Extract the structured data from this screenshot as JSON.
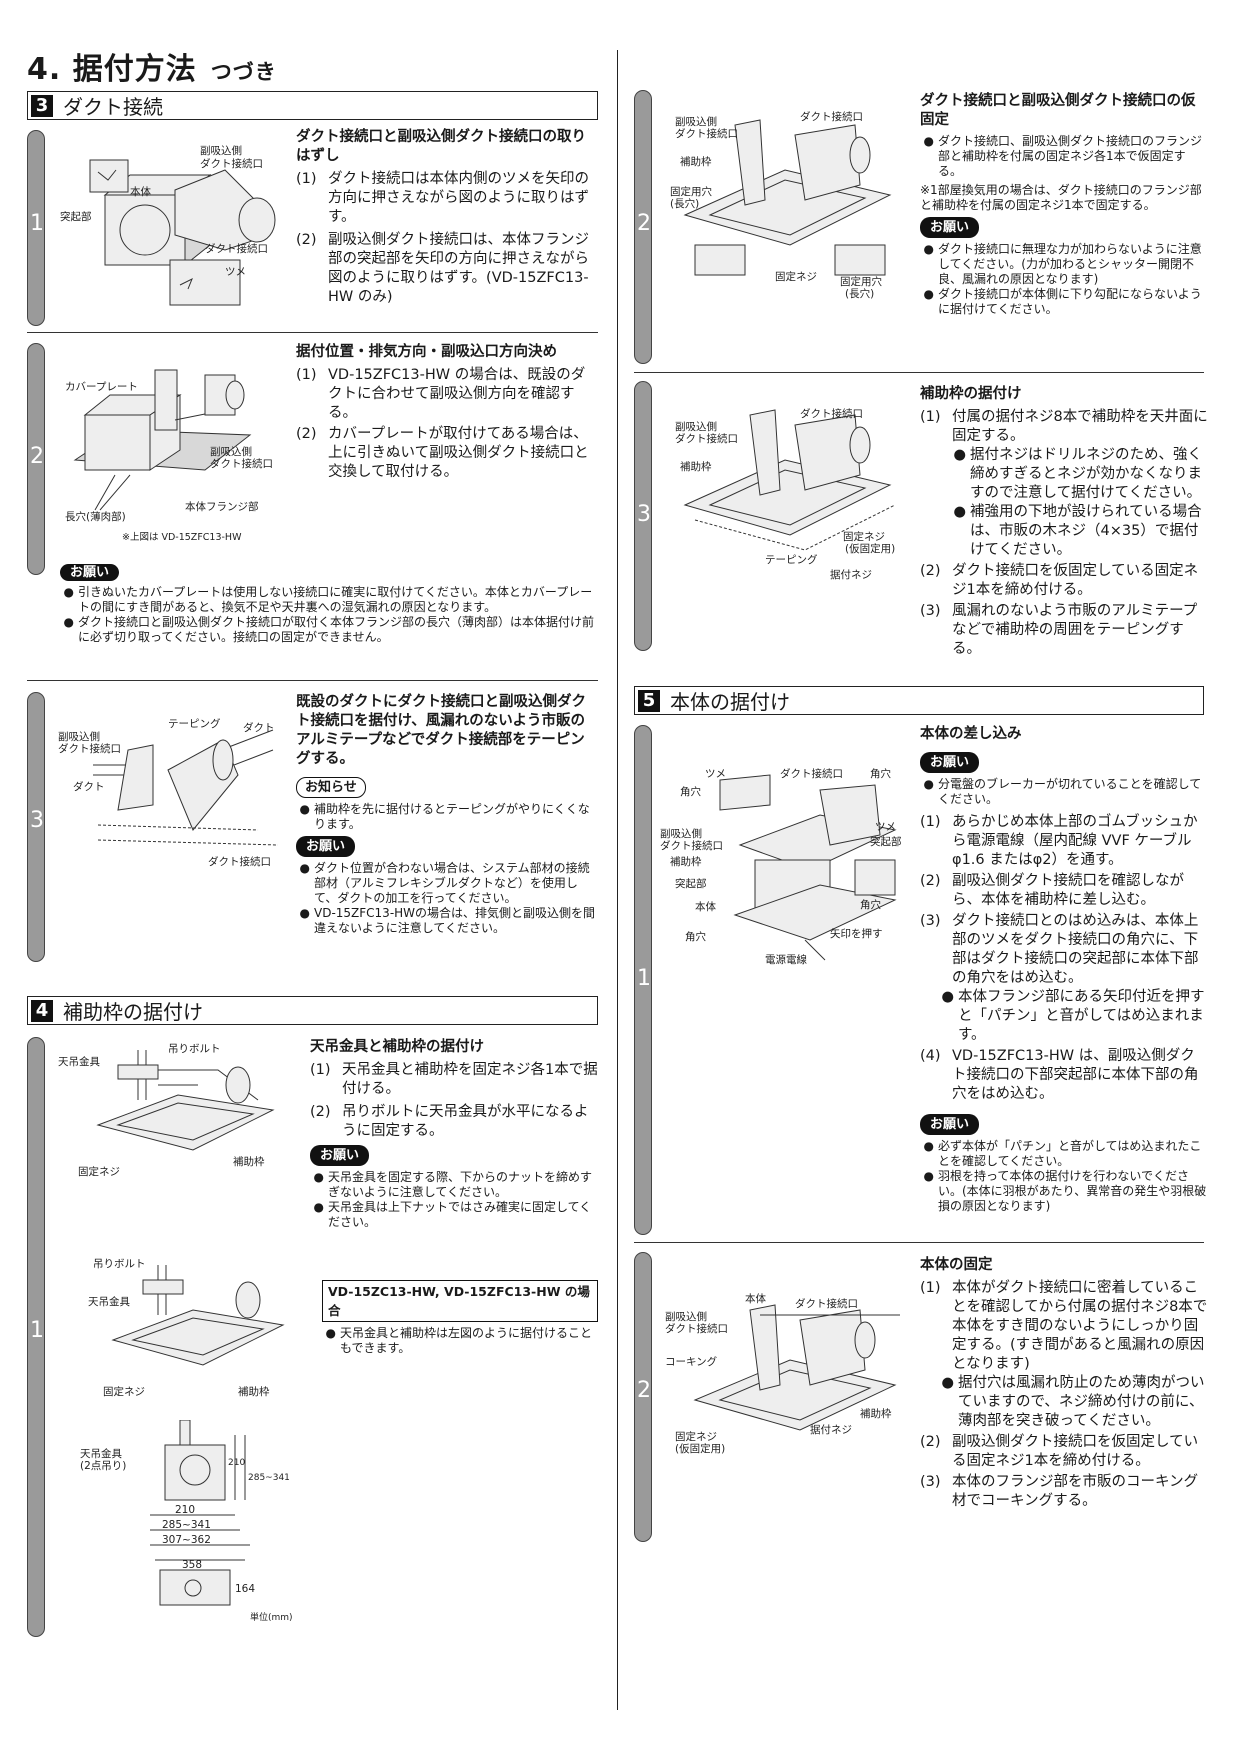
{
  "page": {
    "title": "4. 据付方法",
    "title_sub": "つづき"
  },
  "s3": {
    "num": "3",
    "title": "ダクト接続",
    "step1": {
      "num": "1",
      "heading": "ダクト接続口と副吸込側ダクト接続口の取りはずし",
      "items": [
        {
          "n": "(1)",
          "t": "ダクト接続口は本体内側のツメを矢印の方向に押さえながら図のように取りはずす。"
        },
        {
          "n": "(2)",
          "t": "副吸込側ダクト接続口は、本体フランジ部の突起部を矢印の方向に押さえながら図のように取りはずす。(VD-15ZFC13-HW のみ)"
        }
      ],
      "fig": {
        "a": "副吸込側",
        "b": "ダクト接続口",
        "c": "本体",
        "d": "突起部",
        "e": "ダクト接続口",
        "f": "ツメ"
      }
    },
    "step2": {
      "num": "2",
      "heading": "据付位置・排気方向・副吸込口方向決め",
      "items": [
        {
          "n": "(1)",
          "t": "VD-15ZFC13-HW の場合は、既設のダクトに合わせて副吸込側方向を確認する。"
        },
        {
          "n": "(2)",
          "t": "カバープレートが取付けてある場合は、上に引きぬいて副吸込側ダクト接続口と交換して取付ける。"
        }
      ],
      "fig": {
        "a": "カバープレート",
        "b": "副吸込側",
        "c": "ダクト接続口",
        "d": "本体フランジ部",
        "e": "長穴(薄肉部)",
        "note": "※上図は VD-15ZFC13-HW"
      },
      "badge": "お願い",
      "notes": [
        "引きぬいたカバープレートは使用しない接続口に確実に取付けてください。本体とカバープレートの間にすき間があると、換気不足や天井裏への湿気漏れの原因となります。",
        "ダクト接続口と副吸込側ダクト接続口が取付く本体フランジ部の長穴（薄肉部）は本体据付け前に必ず切り取ってください。接続口の固定ができません。"
      ]
    },
    "step3": {
      "num": "3",
      "heading": "既設のダクトにダクト接続口と副吸込側ダクト接続口を据付け、風漏れのないよう市販のアルミテープなどでダクト接続部をテーピングする。",
      "badge_info": "お知らせ",
      "info": [
        "補助枠を先に据付けるとテーピングがやりにくくなります。"
      ],
      "badge": "お願い",
      "notes": [
        "ダクト位置が合わない場合は、システム部材の接続部材（アルミフレキシブルダクトなど）を使用して、ダクトの加工を行ってください。",
        "VD-15ZFC13-HWの場合は、排気側と副吸込側を間違えないように注意してください。"
      ],
      "fig": {
        "a": "テーピング",
        "b": "ダクト",
        "c": "副吸込側",
        "d": "ダクト接続口",
        "e": "ダクト",
        "f": "ダクト接続口"
      }
    }
  },
  "s4": {
    "num": "4",
    "title": "補助枠の据付け",
    "step1": {
      "num": "1",
      "heading": "天吊金具と補助枠の据付け",
      "items": [
        {
          "n": "(1)",
          "t": "天吊金具と補助枠を固定ネジ各1本で据付ける。"
        },
        {
          "n": "(2)",
          "t": "吊りボルトに天吊金具が水平になるように固定する。"
        }
      ],
      "badge": "お願い",
      "notes": [
        "天吊金具を固定する際、下からのナットを締めすぎないように注意してください。",
        "天吊金具は上下ナットではさみ確実に固定してください。"
      ],
      "box": "VD-15ZC13-HW, VD-15ZFC13-HW の場合",
      "box_note": [
        "天吊金具と補助枠は左図のように据付けることもできます。"
      ],
      "fig": {
        "a": "吊りボルト",
        "b": "天吊金具",
        "c": "補助枠",
        "d": "固定ネジ",
        "e": "吊りボルト",
        "f": "天吊金具",
        "g": "固定ネジ",
        "h": "補助枠",
        "i": "天吊金具",
        "j": "(2点吊り)",
        "d1": "210",
        "d2": "285~341",
        "d3": "307~362",
        "d4": "358",
        "d5": "164",
        "d6": "210",
        "d7": "285~341",
        "unit": "単位(mm)"
      }
    }
  },
  "r2": {
    "num": "2",
    "heading": "ダクト接続口と副吸込側ダクト接続口の仮固定",
    "items": [
      "ダクト接続口、副吸込側ダクト接続口のフランジ部と補助枠を付属の固定ネジ各1本で仮固定する。"
    ],
    "note": "※1部屋換気用の場合は、ダクト接続口のフランジ部と補助枠を付属の固定ネジ1本で固定する。",
    "badge": "お願い",
    "notes": [
      "ダクト接続口に無理な力が加わらないように注意してください。(力が加わるとシャッター開閉不良、風漏れの原因となります)",
      "ダクト接続口が本体側に下り勾配にならないように据付けてください。"
    ],
    "fig": {
      "a": "副吸込側",
      "b": "ダクト接続口",
      "c": "ダクト接続口",
      "d": "補助枠",
      "e": "固定用穴",
      "f": "(長穴)",
      "g": "固定ネジ",
      "h": "固定用穴",
      "i": "(長穴)"
    }
  },
  "r3": {
    "num": "3",
    "heading": "補助枠の据付け",
    "items": [
      {
        "n": "(1)",
        "t": "付属の据付ネジ8本で補助枠を天井面に固定する。"
      },
      {
        "n": "(2)",
        "t": "ダクト接続口を仮固定している固定ネジ1本を締め付ける。"
      },
      {
        "n": "(3)",
        "t": "風漏れのないよう市販のアルミテープなどで補助枠の周囲をテーピングする。"
      }
    ],
    "sub": [
      "据付ネジはドリルネジのため、強く締めすぎるとネジが効かなくなりますので注意して据付けてください。",
      "補強用の下地が設けられている場合は、市販の木ネジ（4×35）で据付けてください。"
    ],
    "fig": {
      "a": "副吸込側",
      "b": "ダクト接続口",
      "c": "ダクト接続口",
      "d": "補助枠",
      "e": "固定ネジ",
      "f": "(仮固定用)",
      "g": "テーピング",
      "h": "据付ネジ"
    }
  },
  "s5": {
    "num": "5",
    "title": "本体の据付け",
    "step1": {
      "num": "1",
      "heading": "本体の差し込み",
      "badge": "お願い",
      "pre": [
        "分電盤のブレーカーが切れていることを確認してください。"
      ],
      "items": [
        {
          "n": "(1)",
          "t": "あらかじめ本体上部のゴムブッシュから電源電線（屋内配線 VVF ケーブル φ1.6 またはφ2）を通す。"
        },
        {
          "n": "(2)",
          "t": "副吸込側ダクト接続口を確認しながら、本体を補助枠に差し込む。"
        },
        {
          "n": "(3)",
          "t": "ダクト接続口とのはめ込みは、本体上部のツメをダクト接続口の角穴に、下部はダクト接続口の突起部に本体下部の角穴をはめ込む。"
        },
        {
          "n": "(4)",
          "t": "VD-15ZFC13-HW は、副吸込側ダクト接続口の下部突起部に本体下部の角穴をはめ込む。"
        }
      ],
      "sub": "本体フランジ部にある矢印付近を押すと「パチン」と音がしてはめ込まれます。",
      "badge2": "お願い",
      "notes": [
        "必ず本体が「パチン」と音がしてはめ込まれたことを確認してください。",
        "羽根を持って本体の据付けを行わないでください。(本体に羽根があたり、異常音の発生や羽根破損の原因となります)"
      ],
      "fig": {
        "a": "ツメ",
        "b": "角穴",
        "c": "ダクト接続口",
        "d": "角穴",
        "e": "ツメ",
        "f": "突起部",
        "g": "副吸込側",
        "h": "ダクト接続口",
        "i": "補助枠",
        "j": "突起部",
        "k": "本体",
        "l": "角穴",
        "m": "角穴",
        "n": "矢印を押す",
        "o": "電源電線"
      }
    },
    "step2": {
      "num": "2",
      "heading": "本体の固定",
      "items": [
        {
          "n": "(1)",
          "t": "本体がダクト接続口に密着していることを確認してから付属の据付ネジ8本で本体をすき間のないようにしっかり固定する。(すき間があると風漏れの原因となります)"
        },
        {
          "n": "(2)",
          "t": "副吸込側ダクト接続口を仮固定している固定ネジ1本を締め付ける。"
        },
        {
          "n": "(3)",
          "t": "本体のフランジ部を市販のコーキング材でコーキングする。"
        }
      ],
      "sub": "据付穴は風漏れ防止のため薄肉がついていますので、ネジ締め付けの前に、薄肉部を突き破ってください。",
      "fig": {
        "a": "本体",
        "b": "ダクト接続口",
        "c": "副吸込側",
        "d": "ダクト接続口",
        "e": "コーキング",
        "f": "補助枠",
        "g": "固定ネジ",
        "h": "(仮固定用)",
        "i": "据付ネジ"
      }
    }
  }
}
